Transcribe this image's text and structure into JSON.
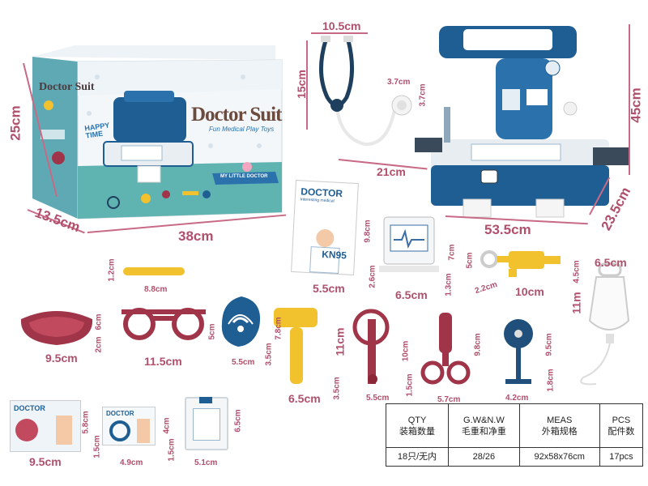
{
  "box": {
    "brand": "Doctor Suit",
    "slogan": "Fun Medical Play Toys",
    "badge_text": "HAPPY TIME",
    "ribbon": "MY LITTLE DOCTOR",
    "dims": {
      "height": "25cm",
      "depth": "13.5cm",
      "width": "38cm"
    }
  },
  "case_dims": {
    "height": "45cm",
    "depth": "23.5cm",
    "width": "53.5cm"
  },
  "accessories": [
    {
      "name": "stethoscope",
      "dims": [
        "10.5cm",
        "15cm",
        "21cm"
      ]
    },
    {
      "name": "chest-piece",
      "dims": [
        "3.7cm",
        "3.7cm"
      ]
    },
    {
      "name": "book",
      "title": "DOCTOR",
      "subtitle": "Interesting medical",
      "mask_label": "KN95",
      "dims": [
        "9.8cm",
        "5.5cm"
      ]
    },
    {
      "name": "monitor-card",
      "dims": [
        "7cm",
        "2.6cm",
        "1.3cm",
        "6.5cm"
      ]
    },
    {
      "name": "syringe",
      "dims": [
        "5cm",
        "2.2cm",
        "10cm"
      ]
    },
    {
      "name": "iv-bag",
      "dims": [
        "6.5cm",
        "4.5cm",
        "11m"
      ]
    },
    {
      "name": "tongue-depressor",
      "dims": [
        "1.2cm",
        "8.8cm"
      ]
    },
    {
      "name": "kidney-dish",
      "dims": [
        "6cm",
        "2cm",
        "9.5cm"
      ]
    },
    {
      "name": "glasses",
      "dims": [
        "11.5cm"
      ]
    },
    {
      "name": "otoscope",
      "dims": [
        "5cm",
        "5.5cm"
      ]
    },
    {
      "name": "reflex-hammer",
      "dims": [
        "7.8cm",
        "3.5cm",
        "6.5cm"
      ]
    },
    {
      "name": "thermometer-clip",
      "dims": [
        "11cm",
        "3.5cm",
        "10cm",
        "5.5cm"
      ]
    },
    {
      "name": "scissors",
      "dims": [
        "9.8cm",
        "1.5cm",
        "5.7cm"
      ]
    },
    {
      "name": "head-mirror",
      "dims": [
        "9.5cm",
        "1.8cm",
        "4.2cm"
      ]
    },
    {
      "name": "card-doctor",
      "title": "DOCTOR",
      "dims": [
        "5.8cm",
        "9.5cm"
      ]
    },
    {
      "name": "card-doctor-2",
      "title": "DOCTOR",
      "dims": [
        "1.5cm",
        "4cm",
        "4.9cm"
      ]
    },
    {
      "name": "clipboard",
      "dims": [
        "1.5cm",
        "6.5cm",
        "5.1cm"
      ]
    }
  ],
  "spec_table": {
    "headers": [
      {
        "en": "QTY",
        "zh": "装箱数量"
      },
      {
        "en": "G.W&N.W",
        "zh": "毛重和净重"
      },
      {
        "en": "MEAS",
        "zh": "外箱规格"
      },
      {
        "en": "PCS",
        "zh": "配件数"
      }
    ],
    "values": [
      "18只/无内",
      "28/26",
      "92x58x76cm",
      "17pcs"
    ]
  },
  "colors": {
    "dim_text": "#b0506c",
    "case_blue": "#1f5e93",
    "box_teal": "#5fb3b0",
    "yellow": "#f2c12e",
    "maroon": "#a03448"
  }
}
